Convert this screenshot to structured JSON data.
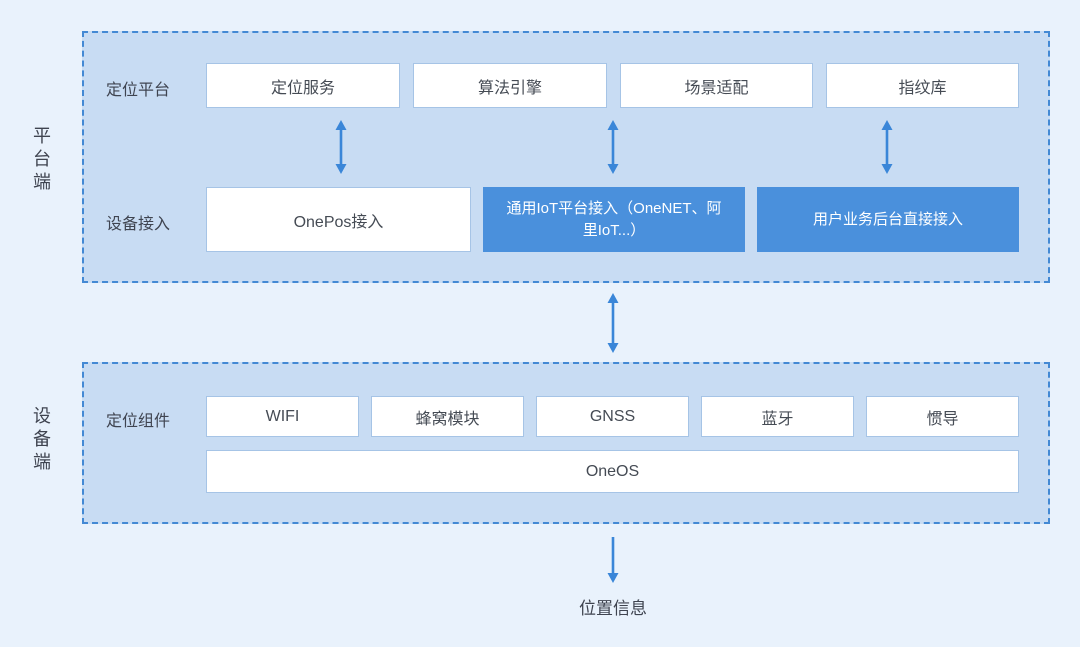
{
  "side_labels": {
    "platform": "平台端",
    "device": "设备端"
  },
  "platform_panel": {
    "positioning_platform_label": "定位平台",
    "platform_services": [
      "定位服务",
      "算法引擎",
      "场景适配",
      "指纹库"
    ],
    "device_access_label": "设备接入",
    "access_methods": [
      "OnePos接入",
      "通用IoT平台接入（OneNET、阿里IoT...）",
      "用户业务后台直接接入"
    ]
  },
  "device_panel": {
    "positioning_components_label": "定位组件",
    "components": [
      "WIFI",
      "蜂窝模块",
      "GNSS",
      "蓝牙",
      "惯导"
    ],
    "os": "OneOS"
  },
  "output_label": "位置信息",
  "colors": {
    "page_background": "#e9f2fc",
    "panel_fill": "#c8dcf3",
    "panel_dashed_border": "#4389d4",
    "white_box_border": "#a6c4e6",
    "blue_box_fill": "#4a90dc",
    "arrow": "#3a86d8",
    "text_dark": "#3f4450",
    "text_white": "#ffffff"
  }
}
